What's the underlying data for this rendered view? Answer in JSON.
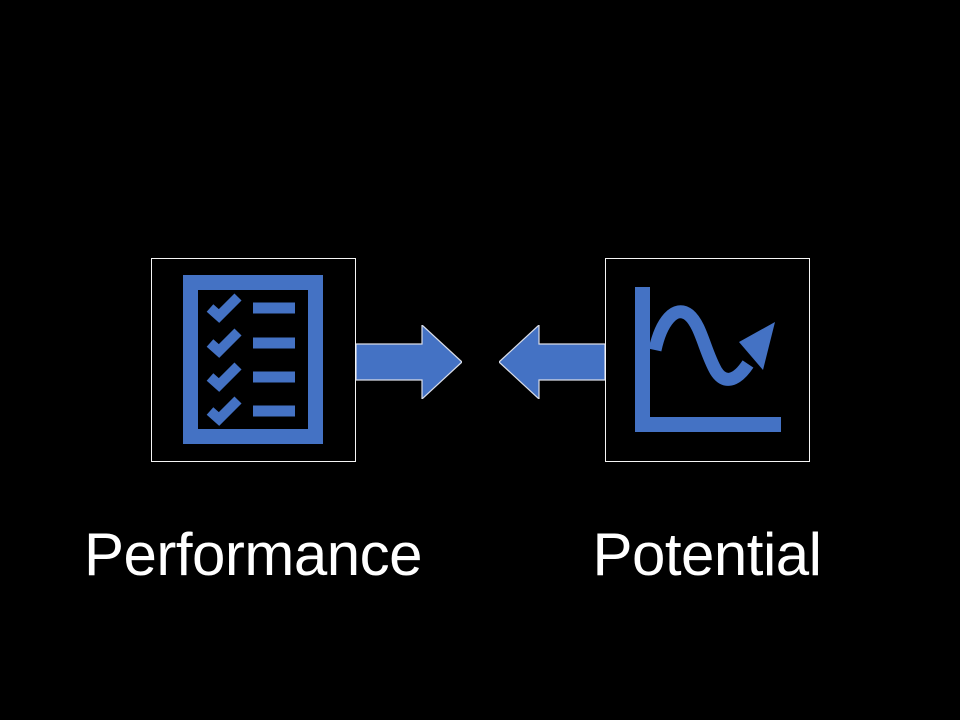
{
  "slide": {
    "background_color": "#000000",
    "accent_color": "#4472C4",
    "box_border_color": "#F5F5F5",
    "text_color": "#FFFFFF",
    "items": [
      {
        "label": "Performance",
        "icon": "checklist-icon"
      },
      {
        "label": "Potential",
        "icon": "line-chart-icon"
      }
    ],
    "arrows": [
      {
        "icon": "block-arrow-right-icon",
        "direction": "right"
      },
      {
        "icon": "block-arrow-left-icon",
        "direction": "left"
      }
    ]
  }
}
